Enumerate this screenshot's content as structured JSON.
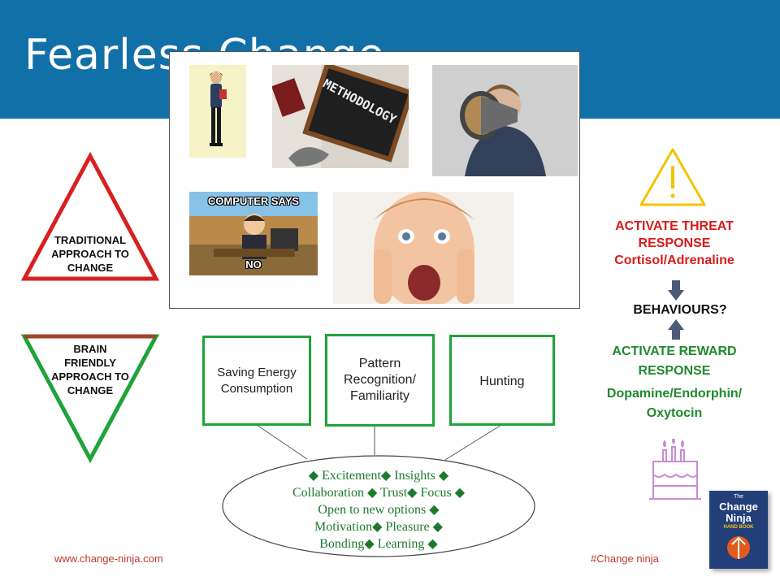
{
  "title": "Fearless Change",
  "triangles": {
    "traditional_label": "TRADITIONAL APPROACH TO CHANGE",
    "brain_friendly_label": "BRAIN FRIENDLY APPROACH TO CHANGE"
  },
  "photos": {
    "methodology_text": "METHODOLOGY",
    "computer_says_top": "COMPUTER SAYS",
    "computer_says_bottom": "NO"
  },
  "boxes": [
    {
      "label": "Saving Energy Consumption"
    },
    {
      "label": "Pattern Recognition/ Familiarity"
    },
    {
      "label": "Hunting"
    }
  ],
  "ellipse_lines": [
    "◆ Excitement◆ Insights ◆",
    "Collaboration ◆ Trust◆ Focus ◆",
    "Open to new options ◆",
    "Motivation◆ Pleasure ◆",
    "Bonding◆ Learning ◆"
  ],
  "right_panel": {
    "threat_line1": "ACTIVATE THREAT",
    "threat_line2": "RESPONSE",
    "threat_line3": "Cortisol/Adrenaline",
    "behaviours": "BEHAVIOURS?",
    "reward_line1": "ACTIVATE REWARD",
    "reward_line2": "RESPONSE",
    "reward_line3": "Dopamine/Endorphin/",
    "reward_line4": "Oxytocin"
  },
  "book": {
    "line1": "The",
    "line2": "Change",
    "line3": "Ninja",
    "line4": "HAND BOOK"
  },
  "footer": {
    "left": "www.change-ninja.com",
    "right": "#Change ninja"
  },
  "colors": {
    "header": "#1170a8",
    "red": "#d81a1a",
    "green": "#1fa33a",
    "warning": "#f2c400",
    "cake": "#c98ad6"
  },
  "icons": [
    "warning-icon",
    "cake-icon",
    "arrow-down-icon",
    "arrow-up-icon"
  ]
}
